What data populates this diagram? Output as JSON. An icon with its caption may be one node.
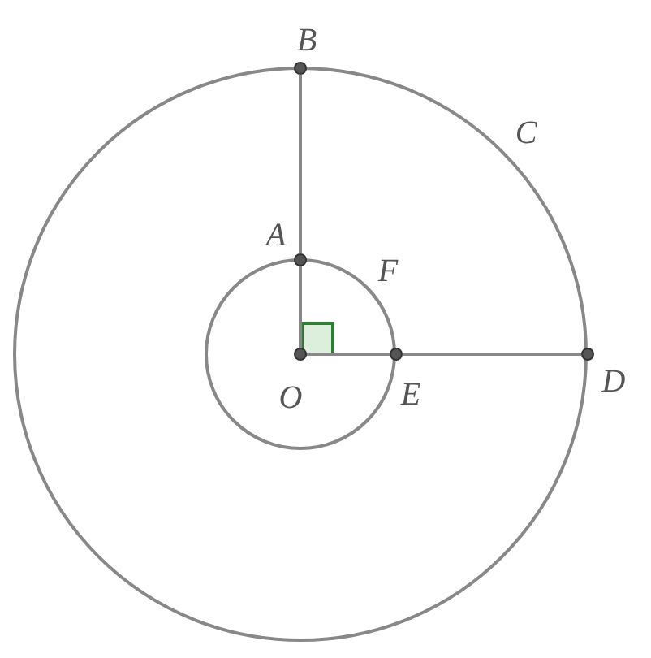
{
  "diagram": {
    "nodes": [
      {
        "text": [
          "C"
        ]
      },
      {
        "text": [
          "F"
        ],
        "in": 0
      },
      {
        "text": [
          "B"
        ]
      },
      {
        "text": [
          "A"
        ],
        "in": 0
      },
      {
        "text": [
          "O"
        ],
        "in": 1
      },
      {
        "text": [
          "E"
        ],
        "in": 0
      },
      {
        "text": [
          "D"
        ]
      }
    ],
    "edges": [
      {
        "from": 4,
        "to": 3,
        "arrow": "none"
      },
      {
        "from": 3,
        "to": 2,
        "arrow": "none"
      },
      {
        "from": 4,
        "to": 5,
        "arrow": "none"
      },
      {
        "from": 5,
        "to": 6,
        "arrow": "none"
      }
    ]
  }
}
